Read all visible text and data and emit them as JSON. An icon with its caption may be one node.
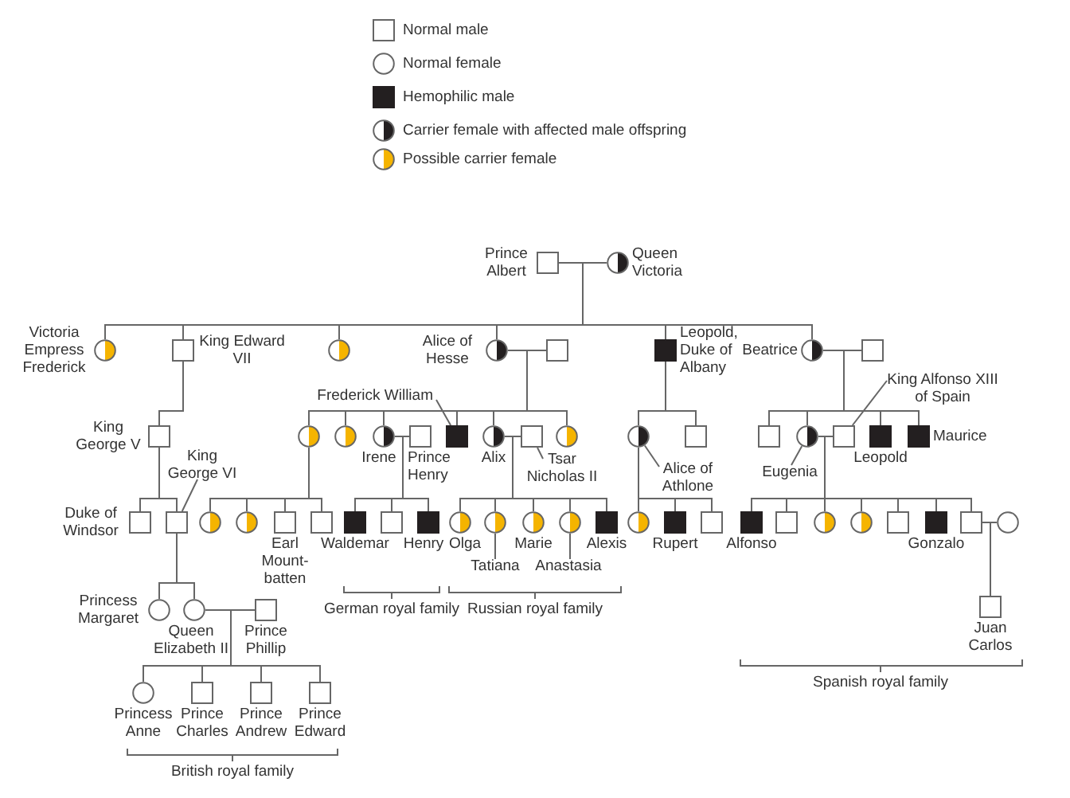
{
  "diagram": {
    "nodes": [
      {
        "text": [],
        "shape": "square",
        "beside": [
          "Prince Albert"
        ]
      },
      {
        "text": [],
        "shape": "half-black-circle",
        "beside": [
          "Queen Victoria"
        ]
      },
      {
        "text": [],
        "shape": "half-yellow-circle",
        "beside": [
          "Victoria Empress Frederick"
        ]
      },
      {
        "text": [],
        "shape": "square",
        "beside": [
          "King Edward VII"
        ]
      },
      {
        "text": [],
        "shape": "half-yellow-circle"
      },
      {
        "text": [],
        "shape": "half-black-circle",
        "beside": [
          "Alice of Hesse"
        ]
      },
      {
        "text": [],
        "shape": "square"
      },
      {
        "text": [],
        "shape": "filled-square",
        "beside": [
          "Leopold, Duke of Albany"
        ]
      },
      {
        "text": [],
        "shape": "half-black-circle",
        "beside": [
          "Beatrice"
        ]
      },
      {
        "text": [],
        "shape": "square"
      },
      {
        "text": [],
        "shape": "square",
        "beside": [
          "King George V"
        ]
      },
      {
        "text": [],
        "shape": "half-yellow-circle"
      },
      {
        "text": [],
        "shape": "half-yellow-circle"
      },
      {
        "text": [],
        "shape": "half-black-circle",
        "beside": [
          "Irene"
        ]
      },
      {
        "text": [],
        "shape": "square",
        "beside": [
          "Prince Henry"
        ]
      },
      {
        "text": [],
        "shape": "filled-square"
      },
      {
        "text": [],
        "shape": "half-black-circle",
        "beside": [
          "Alix"
        ]
      },
      {
        "text": [],
        "shape": "square"
      },
      {
        "text": [],
        "shape": "half-yellow-circle"
      },
      {
        "text": [],
        "shape": "half-black-circle"
      },
      {
        "text": [],
        "shape": "square"
      },
      {
        "text": [],
        "shape": "square"
      },
      {
        "text": [],
        "shape": "half-black-circle"
      },
      {
        "text": [],
        "shape": "square"
      },
      {
        "text": [],
        "shape": "filled-square",
        "beside": [
          "Leopold"
        ]
      },
      {
        "text": [],
        "shape": "filled-square",
        "beside": [
          "Maurice"
        ]
      },
      {
        "text": [],
        "shape": "square",
        "beside": [
          "Duke of Windsor"
        ]
      },
      {
        "text": [],
        "shape": "square"
      },
      {
        "text": [],
        "shape": "half-yellow-circle"
      },
      {
        "text": [],
        "shape": "half-yellow-circle"
      },
      {
        "text": [],
        "shape": "square",
        "beside": [
          "Earl Mount-batten"
        ]
      },
      {
        "text": [],
        "shape": "square"
      },
      {
        "text": [],
        "shape": "filled-square",
        "beside": [
          "Waldemar"
        ]
      },
      {
        "text": [],
        "shape": "square"
      },
      {
        "text": [],
        "shape": "filled-square",
        "beside": [
          "Henry"
        ]
      },
      {
        "text": [],
        "shape": "half-yellow-circle",
        "beside": [
          "Olga"
        ]
      },
      {
        "text": [],
        "shape": "half-yellow-circle"
      },
      {
        "text": [],
        "shape": "half-yellow-circle",
        "beside": [
          "Marie"
        ]
      },
      {
        "text": [],
        "shape": "half-yellow-circle"
      },
      {
        "text": [],
        "shape": "filled-square",
        "beside": [
          "Alexis"
        ]
      },
      {
        "text": [],
        "shape": "half-yellow-circle"
      },
      {
        "text": [],
        "shape": "filled-square",
        "beside": [
          "Rupert"
        ]
      },
      {
        "text": [],
        "shape": "square"
      },
      {
        "text": [],
        "shape": "filled-square",
        "beside": [
          "Alfonso"
        ]
      },
      {
        "text": [],
        "shape": "square"
      },
      {
        "text": [],
        "shape": "half-yellow-circle"
      },
      {
        "text": [],
        "shape": "half-yellow-circle"
      },
      {
        "text": [],
        "shape": "square"
      },
      {
        "text": [],
        "shape": "filled-square",
        "beside": [
          "Gonzalo"
        ]
      },
      {
        "text": [],
        "shape": "square"
      },
      {
        "text": [],
        "shape": "circle"
      },
      {
        "text": [],
        "shape": "circle",
        "beside": [
          "Princess Margaret"
        ]
      },
      {
        "text": [],
        "shape": "circle",
        "beside": [
          "Queen Elizabeth II"
        ]
      },
      {
        "text": [],
        "shape": "square",
        "beside": [
          "Prince Phillip"
        ]
      },
      {
        "text": [],
        "shape": "square",
        "beside": [
          "Juan Carlos"
        ]
      },
      {
        "text": [],
        "shape": "circle",
        "beside": [
          "Princess Anne"
        ]
      },
      {
        "text": [],
        "shape": "square",
        "beside": [
          "Prince Charles"
        ]
      },
      {
        "text": [],
        "shape": "square",
        "beside": [
          "Prince Andrew"
        ]
      },
      {
        "text": [],
        "shape": "square",
        "beside": [
          "Prince Edward"
        ]
      },
      {
        "text": [
          "Frederick William"
        ]
      },
      {
        "text": [
          "Tsar Nicholas II"
        ]
      },
      {
        "text": [
          "Alice of Athlone"
        ]
      },
      {
        "text": [
          "Eugenia"
        ]
      },
      {
        "text": [
          "King Alfonso XIII of Spain"
        ]
      },
      {
        "text": [
          "King George VI"
        ]
      },
      {
        "text": [
          "Tatiana"
        ]
      },
      {
        "text": [
          "Anastasia"
        ]
      }
    ],
    "edges": [
      {
        "from": 0,
        "to": 1,
        "arrow": "none"
      },
      {
        "from": 5,
        "to": 6,
        "arrow": "none"
      },
      {
        "from": 8,
        "to": 9,
        "arrow": "none"
      },
      {
        "from": 13,
        "to": 14,
        "arrow": "none"
      },
      {
        "from": 16,
        "to": 17,
        "arrow": "none"
      },
      {
        "from": 22,
        "to": 23,
        "arrow": "none"
      },
      {
        "from": 49,
        "to": 50,
        "arrow": "none"
      },
      {
        "from": 52,
        "to": 53,
        "arrow": "none"
      },
      {
        "from": 1,
        "to": 2,
        "arrow": "none"
      },
      {
        "from": 1,
        "to": 3,
        "arrow": "none"
      },
      {
        "from": 1,
        "to": 4,
        "arrow": "none"
      },
      {
        "from": 1,
        "to": 5,
        "arrow": "none"
      },
      {
        "from": 1,
        "to": 7,
        "arrow": "none"
      },
      {
        "from": 1,
        "to": 8,
        "arrow": "none"
      },
      {
        "from": 3,
        "to": 10,
        "arrow": "none"
      },
      {
        "from": 5,
        "to": 11,
        "arrow": "none"
      },
      {
        "from": 5,
        "to": 12,
        "arrow": "none"
      },
      {
        "from": 5,
        "to": 13,
        "arrow": "none"
      },
      {
        "from": 5,
        "to": 15,
        "arrow": "none"
      },
      {
        "from": 5,
        "to": 16,
        "arrow": "none"
      },
      {
        "from": 5,
        "to": 18,
        "arrow": "none"
      },
      {
        "from": 7,
        "to": 19,
        "arrow": "none"
      },
      {
        "from": 7,
        "to": 20,
        "arrow": "none"
      },
      {
        "from": 8,
        "to": 21,
        "arrow": "none"
      },
      {
        "from": 8,
        "to": 22,
        "arrow": "none"
      },
      {
        "from": 8,
        "to": 24,
        "arrow": "none"
      },
      {
        "from": 8,
        "to": 25,
        "arrow": "none"
      },
      {
        "from": 10,
        "to": 26,
        "arrow": "none"
      },
      {
        "from": 10,
        "to": 27,
        "arrow": "none"
      },
      {
        "from": 11,
        "to": 28,
        "arrow": "none"
      },
      {
        "from": 11,
        "to": 29,
        "arrow": "none"
      },
      {
        "from": 11,
        "to": 30,
        "arrow": "none"
      },
      {
        "from": 11,
        "to": 31,
        "arrow": "none"
      },
      {
        "from": 13,
        "to": 32,
        "arrow": "none"
      },
      {
        "from": 13,
        "to": 33,
        "arrow": "none"
      },
      {
        "from": 13,
        "to": 34,
        "arrow": "none"
      },
      {
        "from": 16,
        "to": 35,
        "arrow": "none"
      },
      {
        "from": 16,
        "to": 36,
        "arrow": "none"
      },
      {
        "from": 16,
        "to": 37,
        "arrow": "none"
      },
      {
        "from": 16,
        "to": 38,
        "arrow": "none"
      },
      {
        "from": 16,
        "to": 39,
        "arrow": "none"
      },
      {
        "from": 19,
        "to": 40,
        "arrow": "none"
      },
      {
        "from": 19,
        "to": 41,
        "arrow": "none"
      },
      {
        "from": 19,
        "to": 42,
        "arrow": "none"
      },
      {
        "from": 22,
        "to": 43,
        "arrow": "none"
      },
      {
        "from": 22,
        "to": 44,
        "arrow": "none"
      },
      {
        "from": 22,
        "to": 45,
        "arrow": "none"
      },
      {
        "from": 22,
        "to": 46,
        "arrow": "none"
      },
      {
        "from": 22,
        "to": 47,
        "arrow": "none"
      },
      {
        "from": 22,
        "to": 48,
        "arrow": "none"
      },
      {
        "from": 22,
        "to": 49,
        "arrow": "none"
      },
      {
        "from": 49,
        "to": 54,
        "arrow": "none"
      },
      {
        "from": 27,
        "to": 51,
        "arrow": "none"
      },
      {
        "from": 27,
        "to": 52,
        "arrow": "none"
      },
      {
        "from": 52,
        "to": 55,
        "arrow": "none"
      },
      {
        "from": 52,
        "to": 56,
        "arrow": "none"
      },
      {
        "from": 52,
        "to": 57,
        "arrow": "none"
      },
      {
        "from": 52,
        "to": 58,
        "arrow": "none"
      },
      {
        "from": 59,
        "to": 15,
        "arrow": "none"
      },
      {
        "from": 60,
        "to": 17,
        "arrow": "none"
      },
      {
        "from": 61,
        "to": 19,
        "arrow": "none"
      },
      {
        "from": 62,
        "to": 22,
        "arrow": "none"
      },
      {
        "from": 63,
        "to": 23,
        "arrow": "none"
      },
      {
        "from": 64,
        "to": 27,
        "arrow": "none"
      },
      {
        "from": 65,
        "to": 36,
        "arrow": "none"
      },
      {
        "from": 66,
        "to": 38,
        "arrow": "none"
      }
    ],
    "labels": [
      "German royal family",
      "Russian royal family",
      "Spanish royal family",
      "British royal family"
    ],
    "legend": [
      {
        "text": "Normal male"
      },
      {
        "text": "Normal female"
      },
      {
        "text": "Hemophilic male"
      },
      {
        "text": "Carrier female with affected male offspring"
      },
      {
        "text": "Possible carrier female"
      }
    ]
  }
}
